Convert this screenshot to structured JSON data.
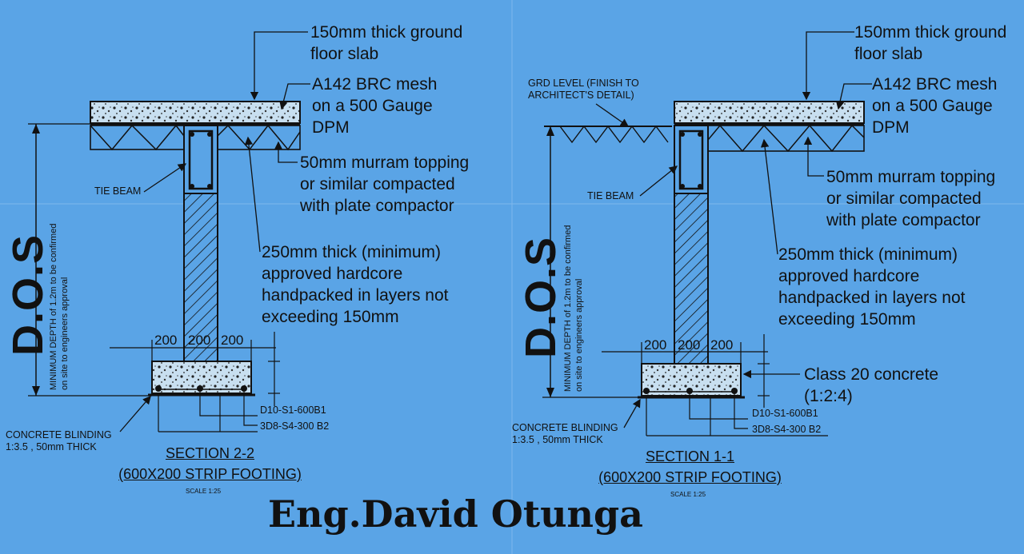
{
  "left": {
    "slab_note": [
      "150mm thick ground",
      "floor slab"
    ],
    "mesh_note": [
      "A142 BRC mesh",
      "on a 500 Gauge",
      "DPM"
    ],
    "murram_note": [
      "50mm murram topping",
      "or similar compacted",
      "with plate compactor"
    ],
    "hardcore_note": [
      "250mm thick (minimum)",
      "approved hardcore",
      "handpacked in layers not",
      "exceeding 150mm"
    ],
    "tie_beam": "TIE BEAM",
    "dos": "D.O.S",
    "depth_note": [
      "MINIMUM DEPTH of 1.2m to be confirmed",
      "on site to engineers approval"
    ],
    "dims": [
      "200",
      "200",
      "200"
    ],
    "blinding_note": [
      "CONCRETE BLINDING",
      "1:3.5 , 50mm THICK"
    ],
    "bar_top": "D10-S1-600B1",
    "bar_bottom": "3D8-S4-300 B2",
    "section_title": "SECTION 2-2",
    "section_subtitle": "(600X200 STRIP FOOTING)",
    "scale": "SCALE 1:25"
  },
  "right": {
    "slab_note": [
      "150mm thick ground",
      "floor slab"
    ],
    "mesh_note": [
      "A142 BRC mesh",
      "on a 500 Gauge",
      "DPM"
    ],
    "grd_note": [
      "GRD LEVEL (FINISH TO",
      "ARCHITECT'S DETAIL)"
    ],
    "murram_note": [
      "50mm murram topping",
      "or similar compacted",
      "with plate compactor"
    ],
    "hardcore_note": [
      "250mm thick (minimum)",
      "approved hardcore",
      "handpacked in layers not",
      "exceeding 150mm"
    ],
    "concrete_note": [
      "Class 20 concrete",
      "(1:2:4)"
    ],
    "tie_beam": "TIE BEAM",
    "dos": "D.O.S",
    "depth_note": [
      "MINIMUM DEPTH of 1.2m to be confirmed",
      "on site to engineers approval"
    ],
    "dims": [
      "200",
      "200",
      "200"
    ],
    "blinding_note": [
      "CONCRETE BLINDING",
      "1:3.5 , 50mm THICK"
    ],
    "bar_top": "D10-S1-600B1",
    "bar_bottom": "3D8-S4-300 B2",
    "section_title": "SECTION 1-1",
    "section_subtitle": "(600X200 STRIP FOOTING)",
    "scale": "SCALE 1:25"
  },
  "signature": "Eng.David Otunga",
  "colors": {
    "background": "#5aa4e6",
    "ink": "#111111",
    "concrete": "#c8dff0"
  }
}
